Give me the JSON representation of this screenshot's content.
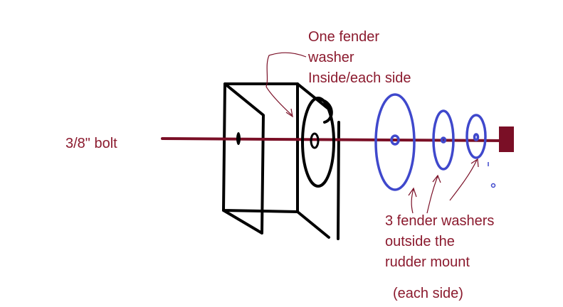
{
  "colors": {
    "bolt": "#7a0f26",
    "label": "#8b1a2e",
    "washer": "#3f48cc",
    "bracket": "#000000",
    "arrow": "#7a0f26"
  },
  "labels": {
    "bolt": "3/8\" bolt",
    "inside_washer": [
      "One fender",
      "washer",
      "Inside/each side"
    ],
    "outside_washers": [
      "3 fender washers",
      "outside the",
      "rudder mount"
    ],
    "each_side": "(each side)"
  }
}
